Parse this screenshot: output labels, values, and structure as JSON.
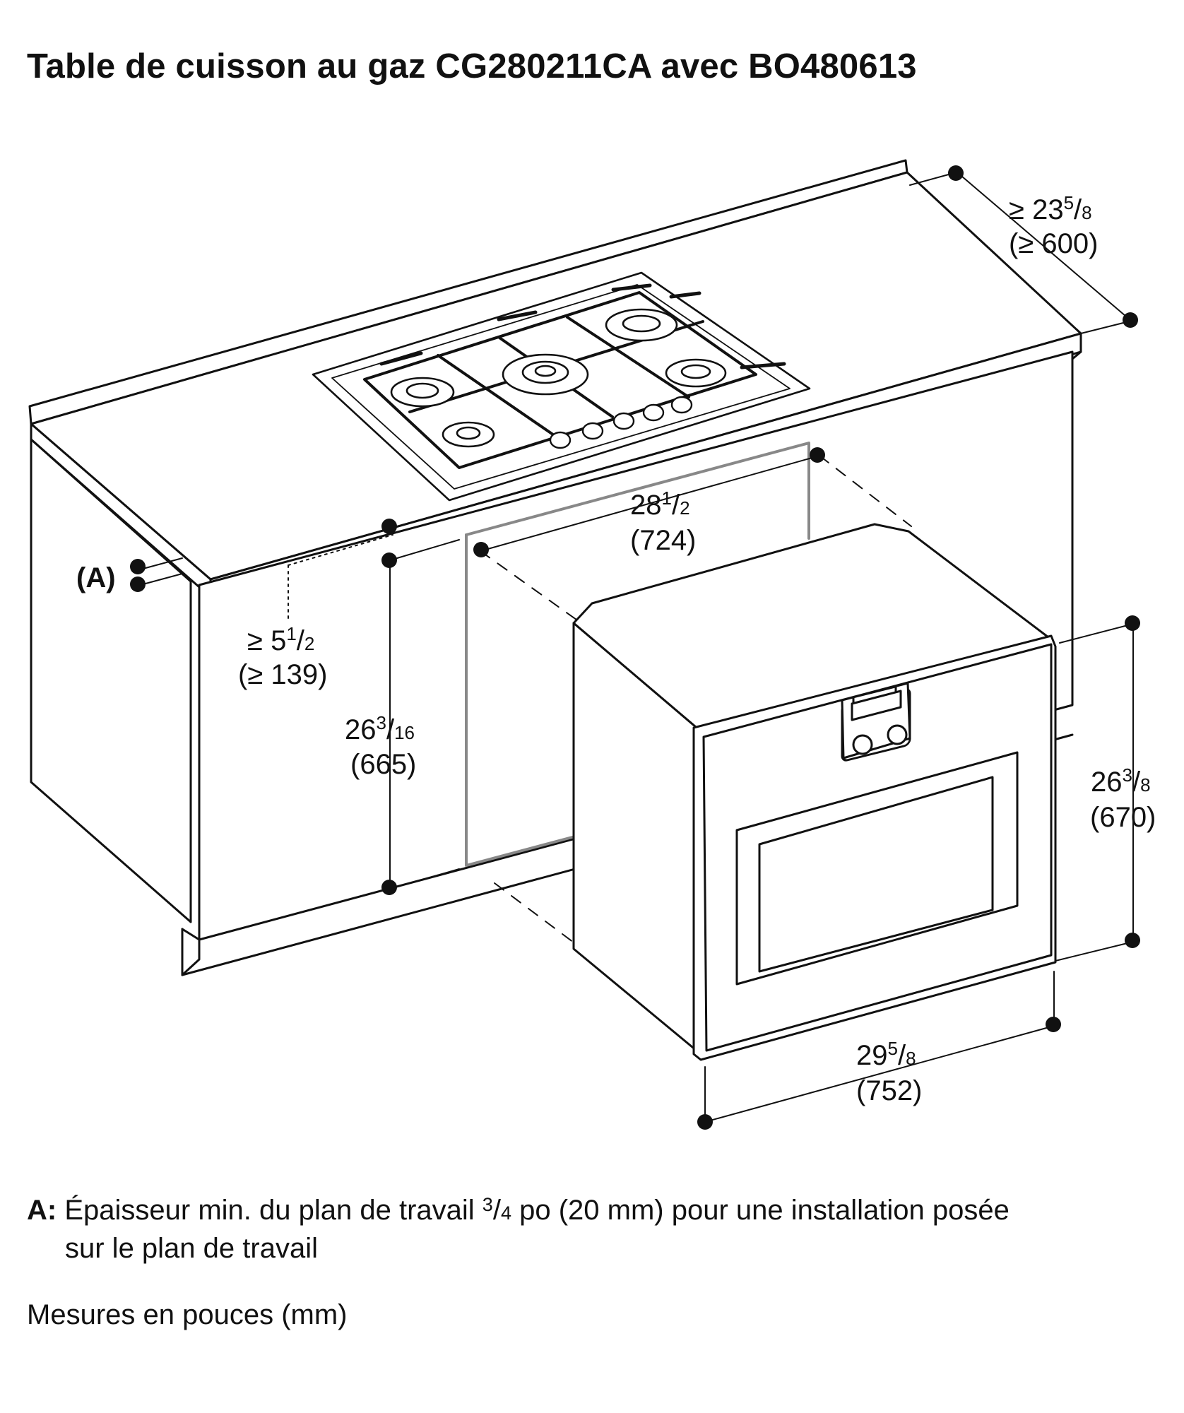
{
  "title": "Table de cuisson au gaz CG280211CA avec BO480613",
  "callout_a": "(A)",
  "dimensions": {
    "depth_min": {
      "whole": "≥ 23",
      "num": "5",
      "den": "8",
      "metric": "(≥ 600)"
    },
    "cutout_width": {
      "whole": "28",
      "num": "1",
      "den": "2",
      "metric": "(724)"
    },
    "clearance_min": {
      "whole": "≥ 5",
      "num": "1",
      "den": "2",
      "metric": "(≥ 139)"
    },
    "cutout_height": {
      "whole": "26",
      "num": "3",
      "den": "16",
      "metric": "(665)"
    },
    "oven_height": {
      "whole": "26",
      "num": "3",
      "den": "8",
      "metric": "(670)"
    },
    "oven_width": {
      "whole": "29",
      "num": "5",
      "den": "8",
      "metric": "(752)"
    }
  },
  "notes": {
    "a_key": "A:",
    "a_line1_pre": "Épaisseur min. du plan de travail",
    "a_frac_num": "3",
    "a_frac_den": "4",
    "a_line1_post": "po (20 mm) pour une installation posée",
    "a_line2": "sur le plan de travail",
    "units": "Mesures en pouces (mm)"
  }
}
